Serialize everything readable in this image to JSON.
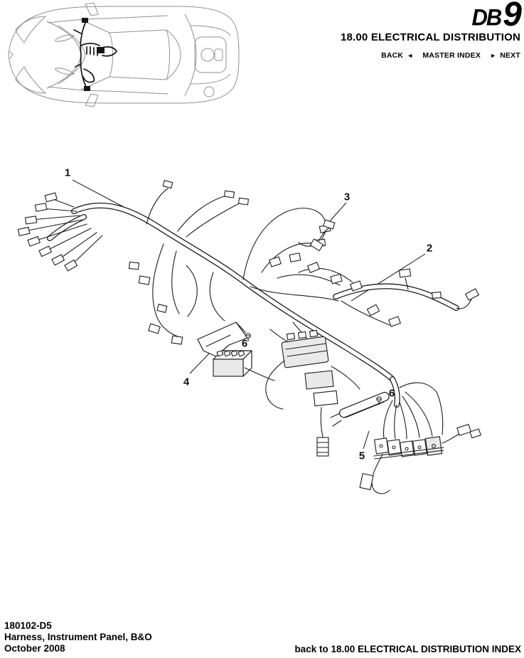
{
  "header": {
    "logo_db": "DB",
    "logo_9": "9",
    "section_title": "18.00 ELECTRICAL DISTRIBUTION",
    "nav": {
      "back": "BACK",
      "back_arrow": "◄",
      "master_index": "MASTER INDEX",
      "next_arrow": "►",
      "next": "NEXT"
    }
  },
  "diagram": {
    "callouts": [
      {
        "label": "1"
      },
      {
        "label": "2"
      },
      {
        "label": "3"
      },
      {
        "label": "4"
      },
      {
        "label": "5"
      },
      {
        "label": "6"
      },
      {
        "label": "6"
      }
    ]
  },
  "footer": {
    "drawing_number": "180102-D5",
    "drawing_title": "Harness, Instrument Panel, B&O",
    "date": "October 2008",
    "back_link": "back to 18.00 ELECTRICAL DISTRIBUTION INDEX"
  }
}
